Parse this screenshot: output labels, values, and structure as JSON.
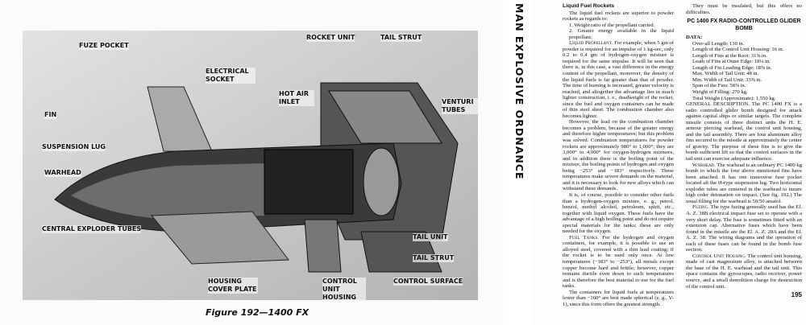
{
  "spine_text": "MAN EXPLOSIVE ORDNANCE",
  "figure": {
    "caption": "Figure 192—1400 FX",
    "labels": {
      "fuze_pocket": "FUZE POCKET",
      "electrical_socket": "ELECTRICAL SOCKET",
      "rocket_unit": "ROCKET UNIT",
      "tail_strut_top": "TAIL STRUT",
      "hot_air_inlet": "HOT AIR INLET",
      "venturi_tubes": "VENTURI TUBES",
      "fin": "FIN",
      "suspension_lug": "SUSPENSION LUG",
      "warhead": "WARHEAD",
      "tail_unit": "TAIL UNIT",
      "tail_strut_bottom": "TAIL STRUT",
      "central_exploder_tubes": "CENTRAL EXPLODER TUBES",
      "housing_cover_plate": "HOUSING COVER PLATE",
      "control_unit_housing": "CONTROL UNIT HOUSING",
      "control_surface": "CONTROL SURFACE"
    }
  },
  "left_column": {
    "heading": "Liquid Fuel Rockets",
    "intro": "The liquid fuel rockets are superior to powder rockets as regards to:",
    "list": [
      "1. Weight ratio of the propellant carried.",
      "2. Greater energy available in the liquid propellant."
    ],
    "p1_lead": "Liquid Propellant.",
    "p1": "For example, when 5 gm of powder is required for an impulse of 1 kg-sec, only 0.2 to 0.4 gm of hydrogen-oxygen mixture is required for the same impulse. It will be seen that there is, in this case, a vast difference in the energy content of the propellant, moreover, the density of the liquid fuels is far greater than that of powder. The time of burning is increased, greater velocity is reached, and altogether the advantage lies in much lighter construction, i. e., deadweight of the rocket, since the fuel and oxygen containers can be made of thin steel sheet. The combustion chamber also becomes lighter.",
    "p2": "However, the load on the combustion chamber becomes a problem, because of the greater energy and therefore higher temperatures; but this problem was solved. Combustion temperatures for powder rockets are approximately 980° to 1,000°; they are 3,000° to 4,000° for oxygen-hydrogen mixtures, and in addition there is the boiling point of the mixture, the boiling points of hydrogen and oxygen being −253° and −183° respectively. These temperatures make severe demands on the material, and it is necessary to look for new alloys which can withstand these demands.",
    "p3": "It is, of course, possible to consider other fuels than a hydrogen-oxygen mixture, e. g., petrol, benzol, methyl alcohol, petroleum, spirit, etc., together with liquid oxygen. These fuels have the advantage of a high boiling point and do not require special materials for the tanks; these are only needed for the oxygen.",
    "p4_lead": "Fuel Tanks.",
    "p4": "For the hydrogen and oxygen containers, for example, it is possible to use an alloyed steel, covered with a thin lead coating; if the rocket is to be used only once. At low temperatures (−183° to −253°), all metals except copper become hard and brittle; however, copper remains ductile even down to such temperatures and is therefore the best material to use for the fuel tanks.",
    "p5": "The containers for liquid fuels at temperatures lower than −160° are best made spherical (e. g., V-1), since this form offers the greatest strength."
  },
  "right_column": {
    "p0": "They must be insulated, but this offers no difficulties.",
    "section_title": "PC 1400 FX RADIO-CONTROLLED GLIDER BOMB",
    "data_heading": "DATA:",
    "data": [
      "Over-all Length: 130 in.",
      "Length of the Control Unit Housing: 16 in.",
      "Length of Fins at the Root: 31⅝ in.",
      "Leath of Fins at Outer Edge: 18¼ in.",
      "Length of Fin Leading Edge: 18⅝ in.",
      "Max. Width of Tail Unit: 48 in.",
      "Min. Width of Tail Unit: 33⅝ in.",
      "Span of the Fins: 58⅝ in.",
      "Weight of Filling: 270 kg.",
      "Total Weight (Approximate): 1,550 kg."
    ],
    "gd_lead": "GENERAL DESCRIPTION.",
    "gd": "The PC 1400 FX is a radio controlled glider bomb designed for attack against capital ships or similar targets. The complete missile consists of three distinct units the H. E. armour piercing warhead, the control unit housing, and the tail assembly. There are four aluminum alloy fins secured to the missile at approximately the center of gravity. The purpose of these fins is to give the bomb sufficient lift so that the control surfaces in the tail unit can exercise adequate influence.",
    "wh_lead": "Warhead.",
    "wh": "The warhead is an ordinary PC 1400 kg bomb to which the four above mentioned fins have been attached. It has one transverse fuse pocket located aft the H-type suspension lug. Two horizontal exploder tubes are centered in the warhead to insure high order detonation on impact. (See fig. 192.) The usual filling for the warhead is 50/50 amatol.",
    "fz_lead": "Fuzing.",
    "fz": "The type fuzing generally used has the El. A. Z. 38B electrical impact fuse set to operate with a very short delay. The fuse is sometimes fitted with an extension cap. Alternative fuses which have been found in the missile are the El. A. Z. 28A and the El. A. Z. 38. The wiring diagrams and the operation of each of these fuses can be found in the bomb fuse section.",
    "cu_lead": "Control Unit Housing.",
    "cu": "The control unit housing, made of cast magnesium alloy, is attached between the base of the H. E. warhead and the tail unit. This space contains the gyroscopes, radio receiver, power source, and a small demolition charge for destruction of the control unit."
  },
  "page_number": "195"
}
